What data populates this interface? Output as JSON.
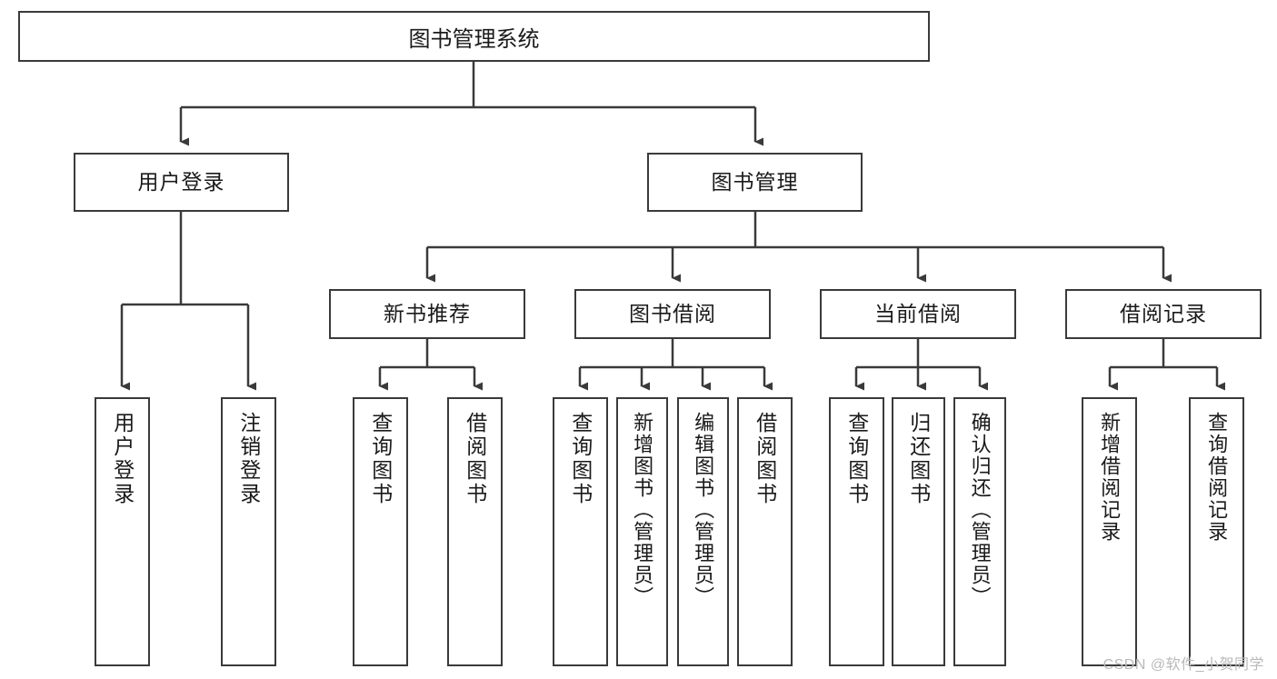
{
  "diagram": {
    "title": "图书管理系统",
    "type": "tree-hierarchy-chart",
    "root": {
      "label": "图书管理系统"
    },
    "level2": [
      {
        "id": "user-login",
        "label": "用户登录"
      },
      {
        "id": "book-management",
        "label": "图书管理"
      }
    ],
    "level3": [
      {
        "id": "new-book-recommend",
        "label": "新书推荐",
        "parent": "book-management"
      },
      {
        "id": "book-borrow",
        "label": "图书借阅",
        "parent": "book-management"
      },
      {
        "id": "current-borrow",
        "label": "当前借阅",
        "parent": "book-management"
      },
      {
        "id": "borrow-record",
        "label": "借阅记录",
        "parent": "book-management"
      }
    ],
    "leaves": [
      {
        "id": "leaf-user-login",
        "label": "用户登录",
        "parent": "user-login"
      },
      {
        "id": "leaf-logout-login",
        "label": "注销登录",
        "parent": "user-login"
      },
      {
        "id": "leaf-query-book-1",
        "label": "查询图书",
        "parent": "new-book-recommend"
      },
      {
        "id": "leaf-borrow-book-1",
        "label": "借阅图书",
        "parent": "new-book-recommend"
      },
      {
        "id": "leaf-query-book-2",
        "label": "查询图书",
        "parent": "book-borrow"
      },
      {
        "id": "leaf-add-book",
        "label": "新增图书（管理员）",
        "parent": "book-borrow"
      },
      {
        "id": "leaf-edit-book",
        "label": "编辑图书（管理员）",
        "parent": "book-borrow"
      },
      {
        "id": "leaf-borrow-book-2",
        "label": "借阅图书",
        "parent": "book-borrow"
      },
      {
        "id": "leaf-query-book-3",
        "label": "查询图书",
        "parent": "current-borrow"
      },
      {
        "id": "leaf-return-book",
        "label": "归还图书",
        "parent": "current-borrow"
      },
      {
        "id": "leaf-confirm-return",
        "label": "确认归还（管理员）",
        "parent": "current-borrow"
      },
      {
        "id": "leaf-add-record",
        "label": "新增借阅记录",
        "parent": "borrow-record"
      },
      {
        "id": "leaf-query-record",
        "label": "查询借阅记录",
        "parent": "borrow-record"
      }
    ],
    "colors": {
      "stroke": "#3a3a3a",
      "fill": "#ffffff",
      "text": "#1a1a1a",
      "watermark": "#b9b9b9"
    }
  },
  "watermark": {
    "text": "CSDN @软件_小贺同学"
  }
}
